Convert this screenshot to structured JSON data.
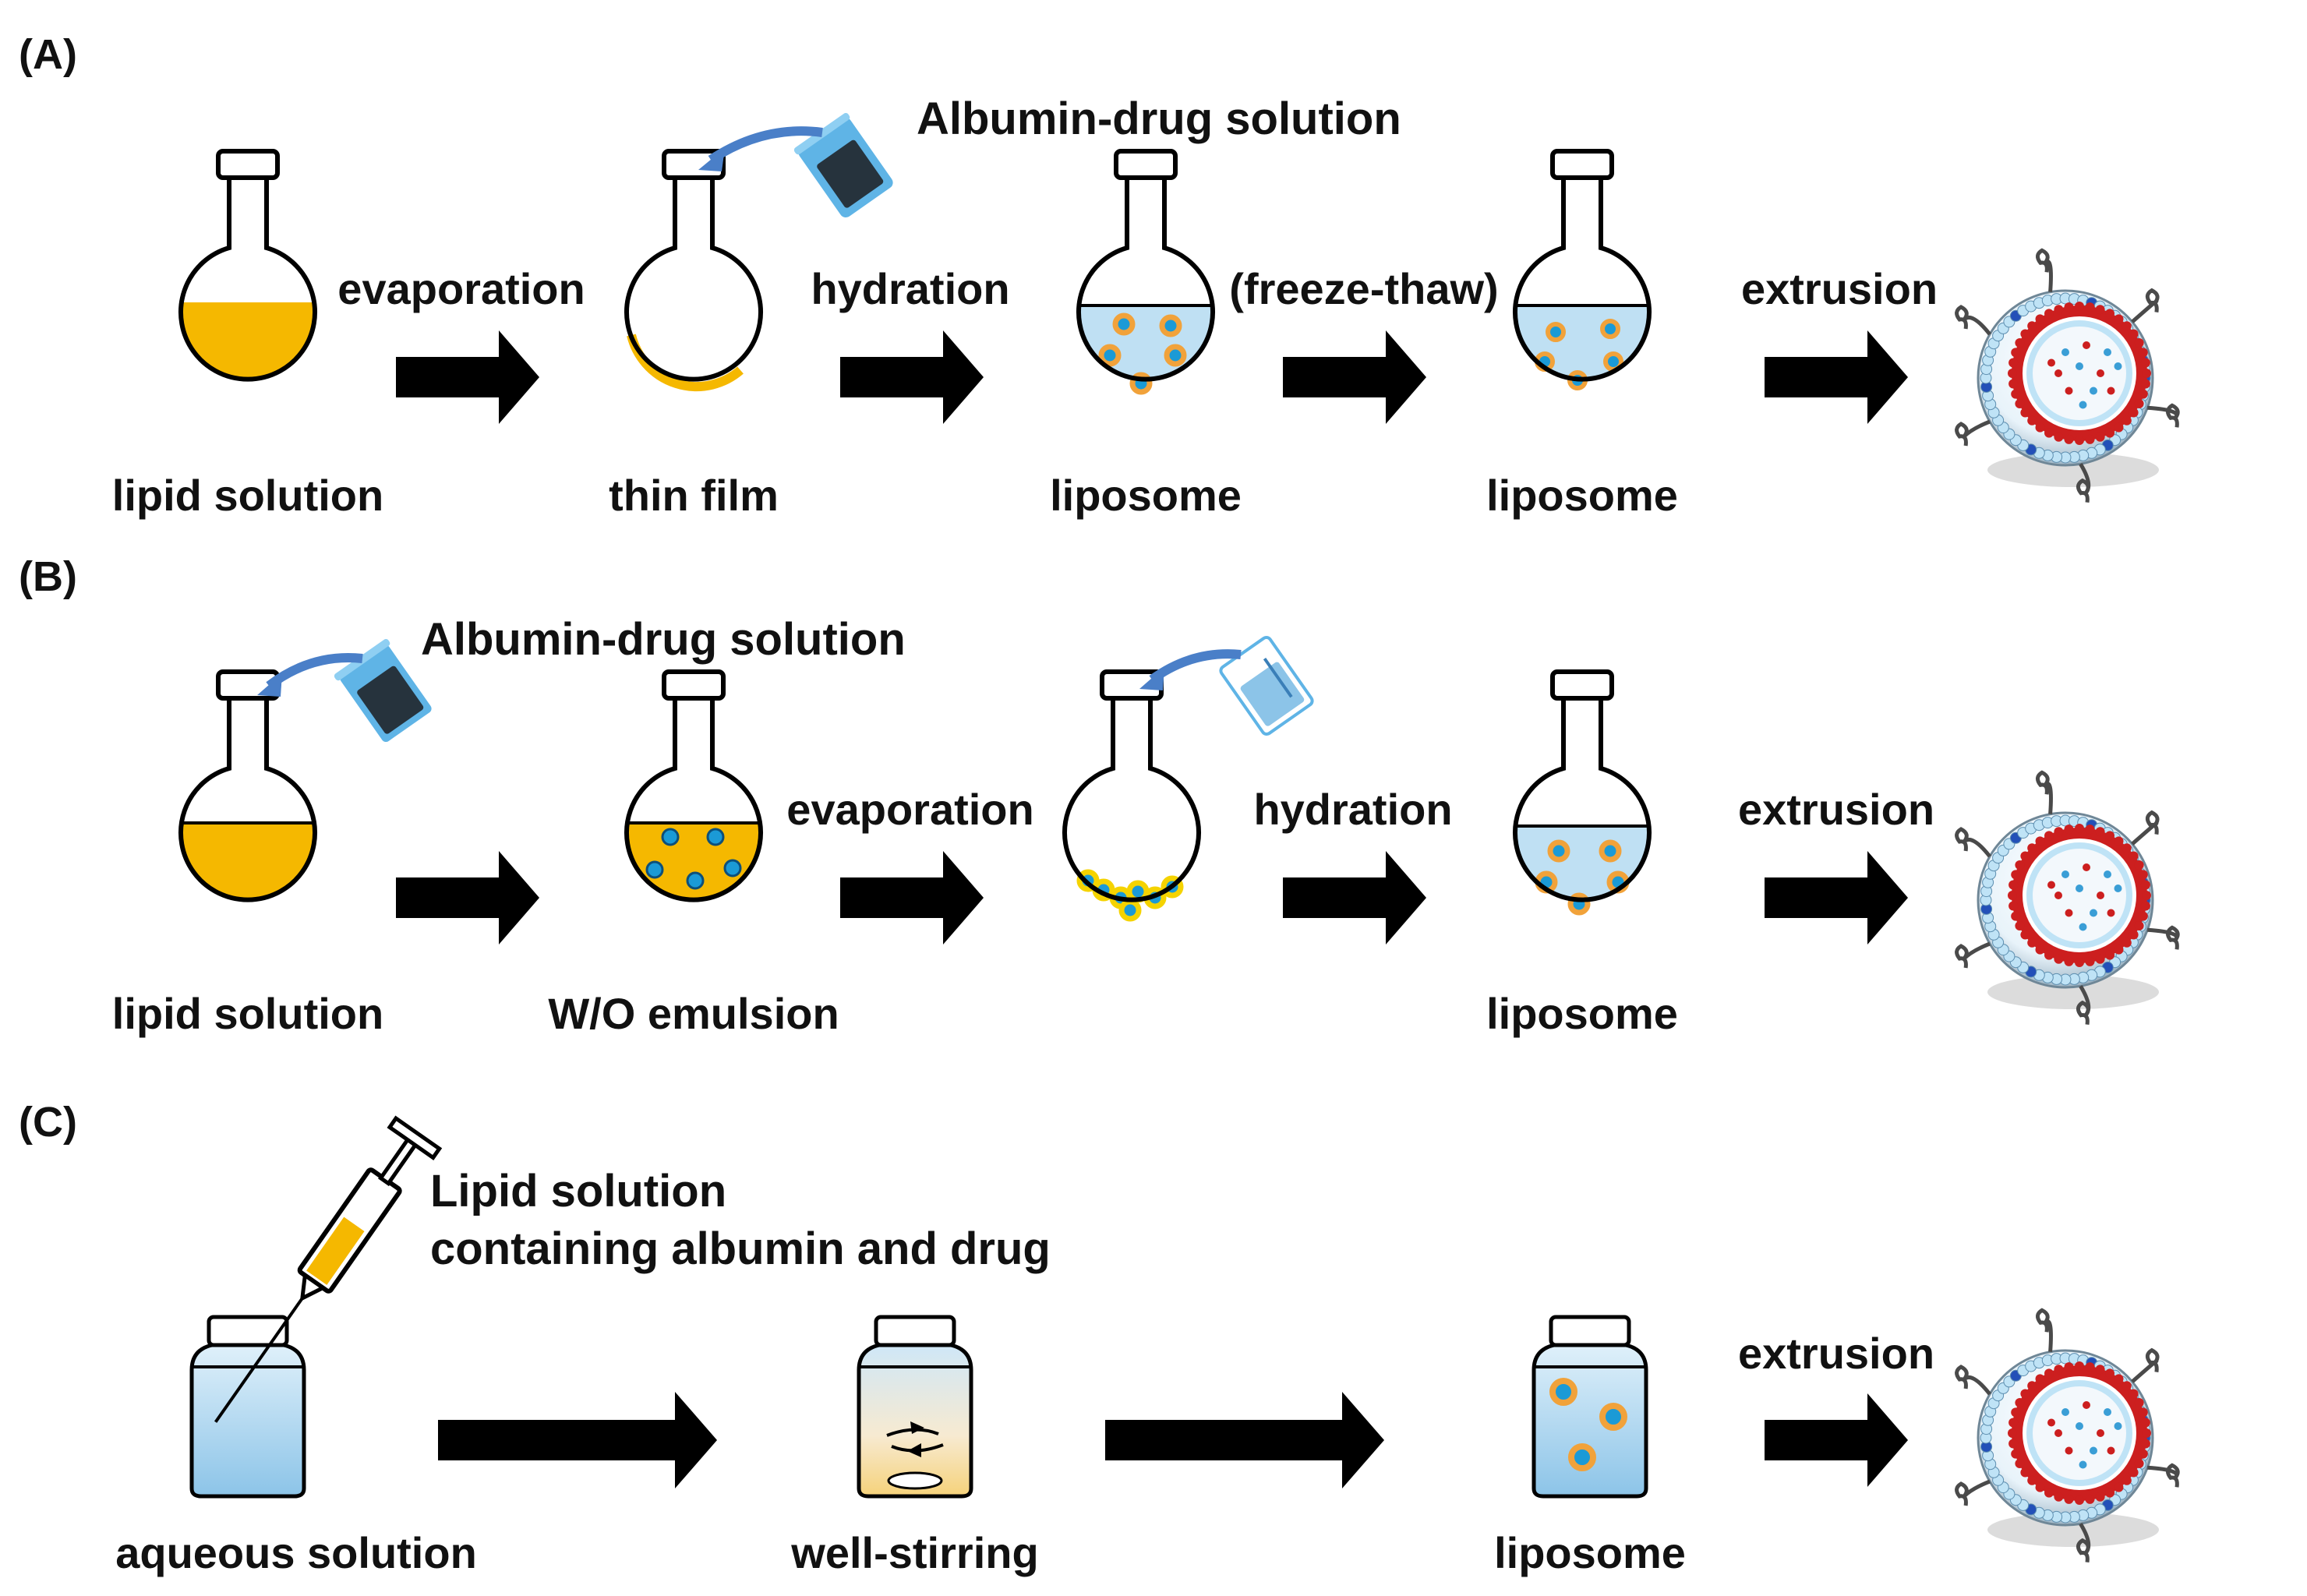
{
  "colors": {
    "lipid_yellow": "#f5b800",
    "aqueous_blue": "#bfe0f3",
    "drop_orange": "#f1a23a",
    "drop_blue": "#1b9ad6",
    "arrow": "#000000",
    "beaker_blue": "#5fb4e6",
    "membrane_red": "#cc1f1f",
    "membrane_blue": "#2350b8"
  },
  "panel_a": {
    "label": "(A)",
    "additive": "Albumin-drug solution",
    "steps": [
      "evaporation",
      "hydration",
      "(freeze-thaw)",
      "extrusion"
    ],
    "items": [
      "lipid solution",
      "thin film",
      "liposome",
      "liposome"
    ]
  },
  "panel_b": {
    "label": "(B)",
    "additive": "Albumin-drug solution",
    "steps": [
      "evaporation",
      "hydration",
      "extrusion"
    ],
    "items": [
      "lipid solution",
      "W/O emulsion",
      "liposome"
    ]
  },
  "panel_c": {
    "label": "(C)",
    "additive_line1": "Lipid solution",
    "additive_line2": "containing  albumin and drug",
    "steps": [
      "extrusion"
    ],
    "items": [
      "aqueous solution",
      "well-stirring",
      "liposome"
    ]
  },
  "icons": {
    "flask": "round-bottom-flask-icon",
    "beaker": "pouring-beaker-icon",
    "syringe": "syringe-icon",
    "vial": "vial-icon",
    "liposome": "liposome-3d-icon",
    "arrow": "process-arrow-icon"
  }
}
